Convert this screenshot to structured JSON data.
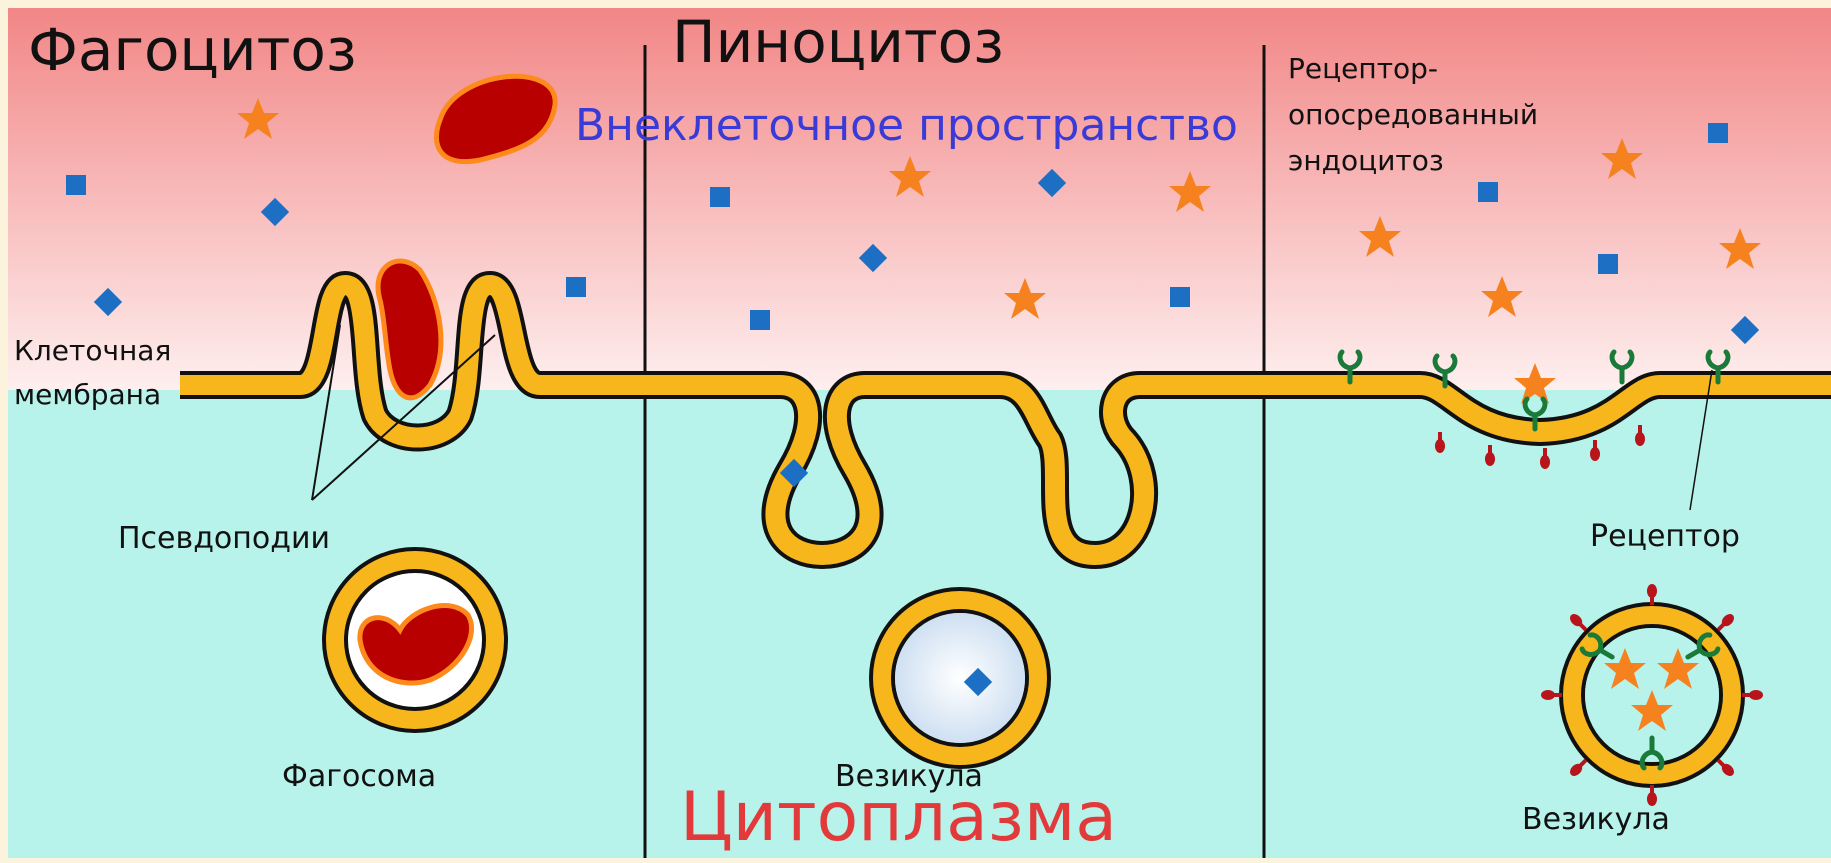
{
  "sections": {
    "phagocytosis": "Фагоцитоз",
    "pinocytosis": "Пиноцитоз",
    "receptor_line1": "Рецептор-",
    "receptor_line2": "опосредованный",
    "receptor_line3": "эндоцитоз"
  },
  "regions": {
    "extracellular": "Внеклеточное пространство",
    "cytoplasm": "Цитоплазма"
  },
  "labels": {
    "membrane_line1": "Клеточная",
    "membrane_line2": "мембрана",
    "pseudopodia": "Псевдоподии",
    "phagosome": "Фагосома",
    "vesicle_pino": "Везикула",
    "receptor": "Рецептор",
    "vesicle_receptor": "Везикула"
  },
  "colors": {
    "extracellular_top": "#f08b8b",
    "cytoplasm": "#b7f3ea",
    "membrane_fill": "#f7b61c",
    "membrane_stroke": "#111111",
    "bacterium": "#b80000",
    "bacterium_edge": "#ff8a1c",
    "star": "#f5821f",
    "particle": "#1d6fc4",
    "receptor": "#1a7a3a",
    "protein": "#b8141c",
    "extracellular_text": "#3a3ad6",
    "cytoplasm_text": "#e23a3a"
  }
}
